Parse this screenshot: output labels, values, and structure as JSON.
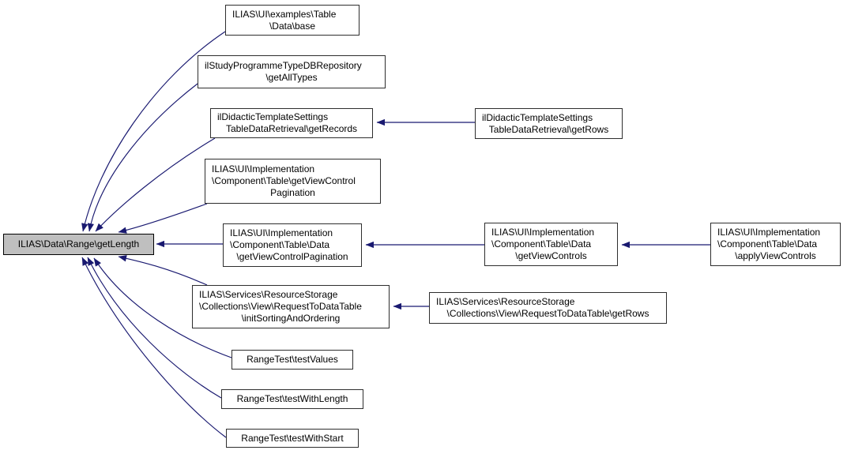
{
  "diagram": {
    "type": "caller-graph",
    "colors": {
      "edge": "#191970",
      "node_border": "#2e2e2e",
      "highlight_fill": "#bfbfbf",
      "node_fill": "#ffffff",
      "text": "#000000",
      "background": "#ffffff"
    }
  },
  "nodes": [
    {
      "id": "getLength",
      "highlighted": true,
      "lines": [
        "ILIAS\\Data\\Range\\getLength"
      ]
    },
    {
      "id": "base",
      "highlighted": false,
      "lines": [
        "ILIAS\\UI\\examples\\Table",
        "\\Data\\base"
      ]
    },
    {
      "id": "getAllTypes",
      "highlighted": false,
      "lines": [
        "ilStudyProgrammeTypeDBRepository",
        "\\getAllTypes"
      ]
    },
    {
      "id": "getRecords",
      "highlighted": false,
      "lines": [
        "ilDidacticTemplateSettings",
        "TableDataRetrieval\\getRecords"
      ]
    },
    {
      "id": "tableGetViewControlPagination",
      "highlighted": false,
      "lines": [
        "ILIAS\\UI\\Implementation",
        "\\Component\\Table\\getViewControl",
        "Pagination"
      ]
    },
    {
      "id": "tableDataGetViewControlPagination",
      "highlighted": false,
      "lines": [
        "ILIAS\\UI\\Implementation",
        "\\Component\\Table\\Data",
        "\\getViewControlPagination"
      ]
    },
    {
      "id": "initSortingAndOrdering",
      "highlighted": false,
      "lines": [
        "ILIAS\\Services\\ResourceStorage",
        "\\Collections\\View\\RequestToDataTable",
        "\\initSortingAndOrdering"
      ]
    },
    {
      "id": "testValues",
      "highlighted": false,
      "lines": [
        "RangeTest\\testValues"
      ]
    },
    {
      "id": "testWithLength",
      "highlighted": false,
      "lines": [
        "RangeTest\\testWithLength"
      ]
    },
    {
      "id": "testWithStart",
      "highlighted": false,
      "lines": [
        "RangeTest\\testWithStart"
      ]
    },
    {
      "id": "didacticGetRows",
      "highlighted": false,
      "lines": [
        "ilDidacticTemplateSettings",
        "TableDataRetrieval\\getRows"
      ]
    },
    {
      "id": "getViewControls",
      "highlighted": false,
      "lines": [
        "ILIAS\\UI\\Implementation",
        "\\Component\\Table\\Data",
        "\\getViewControls"
      ]
    },
    {
      "id": "applyViewControls",
      "highlighted": false,
      "lines": [
        "ILIAS\\UI\\Implementation",
        "\\Component\\Table\\Data",
        "\\applyViewControls"
      ]
    },
    {
      "id": "requestToDataTableGetRows",
      "highlighted": false,
      "lines": [
        "ILIAS\\Services\\ResourceStorage",
        "\\Collections\\View\\RequestToDataTable\\getRows"
      ]
    }
  ],
  "edges": [
    {
      "from": "base",
      "to": "getLength"
    },
    {
      "from": "getAllTypes",
      "to": "getLength"
    },
    {
      "from": "getRecords",
      "to": "getLength"
    },
    {
      "from": "tableGetViewControlPagination",
      "to": "getLength"
    },
    {
      "from": "tableDataGetViewControlPagination",
      "to": "getLength"
    },
    {
      "from": "initSortingAndOrdering",
      "to": "getLength"
    },
    {
      "from": "testValues",
      "to": "getLength"
    },
    {
      "from": "testWithLength",
      "to": "getLength"
    },
    {
      "from": "testWithStart",
      "to": "getLength"
    },
    {
      "from": "didacticGetRows",
      "to": "getRecords"
    },
    {
      "from": "getViewControls",
      "to": "tableDataGetViewControlPagination"
    },
    {
      "from": "applyViewControls",
      "to": "getViewControls"
    },
    {
      "from": "requestToDataTableGetRows",
      "to": "initSortingAndOrdering"
    }
  ]
}
